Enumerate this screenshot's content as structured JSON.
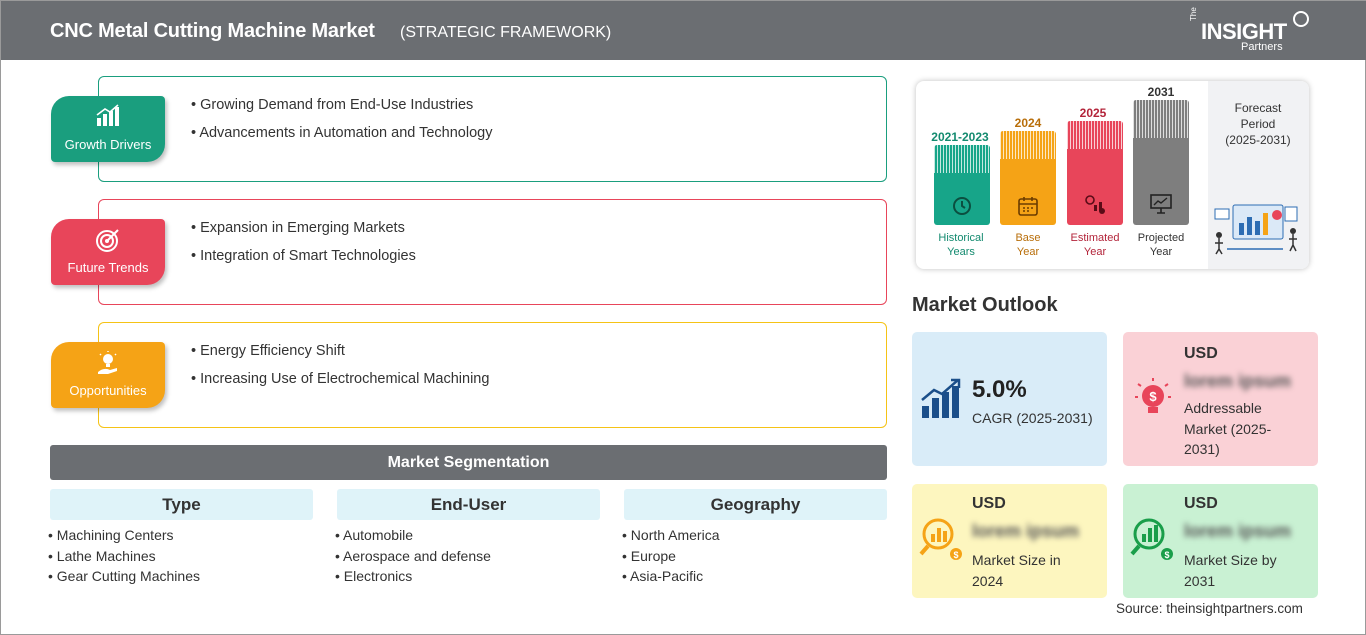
{
  "header": {
    "title": "CNC Metal Cutting Machine Market",
    "subtitle": "(STRATEGIC FRAMEWORK)",
    "logo": {
      "the": "The",
      "insight": "INSIGHT",
      "partners": "Partners"
    }
  },
  "framework": [
    {
      "label": "Growth Drivers",
      "color": "#1a9e7e",
      "items": [
        "Growing Demand from End-Use Industries",
        "Advancements in Automation and Technology"
      ]
    },
    {
      "label": "Future Trends",
      "color": "#e8455a",
      "items": [
        "Expansion in Emerging Markets",
        "Integration of Smart Technologies"
      ]
    },
    {
      "label": "Opportunities",
      "color": "#f5a316",
      "items": [
        "Energy Efficiency Shift",
        "Increasing Use of Electrochemical Machining"
      ]
    }
  ],
  "segmentation": {
    "title": "Market Segmentation",
    "columns": [
      {
        "header": "Type",
        "items": [
          "Machining Centers",
          "Lathe Machines",
          "Gear Cutting Machines"
        ]
      },
      {
        "header": "End-User",
        "items": [
          "Automobile",
          "Aerospace and defense",
          "Electronics"
        ]
      },
      {
        "header": "Geography",
        "items": [
          "North America",
          "Europe",
          "Asia-Pacific"
        ]
      }
    ]
  },
  "timeline": {
    "bars": [
      {
        "year": "2021-2023",
        "label1": "Historical",
        "label2": "Years",
        "color": "#17a589",
        "text_color": "#138a6f",
        "icon": "history-icon"
      },
      {
        "year": "2024",
        "label1": "Base",
        "label2": "Year",
        "color": "#f5a316",
        "text_color": "#b86e0a",
        "icon": "calendar-icon"
      },
      {
        "year": "2025",
        "label1": "Estimated",
        "label2": "Year",
        "color": "#e8455a",
        "text_color": "#b3243a",
        "icon": "gear-chart-icon"
      },
      {
        "year": "2031",
        "label1": "Projected",
        "label2": "Year",
        "color": "#7e7e7e",
        "text_color": "#333333",
        "icon": "presentation-icon"
      }
    ],
    "forecast": {
      "line1": "Forecast",
      "line2": "Period",
      "line3": "(2025-2031)"
    }
  },
  "outlook": {
    "title": "Market Outlook",
    "cagr": {
      "value": "5.0%",
      "label": "CAGR (2025-2031)",
      "color": "#d9ecf8"
    },
    "addressable": {
      "currency": "USD",
      "value": "lorem ipsum",
      "label1": "Addressable",
      "label2": "Market (2025-",
      "label3": "2031)",
      "color": "#fad1d6"
    },
    "size2024": {
      "currency": "USD",
      "value": "lorem ipsum",
      "label1": "Market Size in",
      "label2": "2024",
      "color": "#fdf6bf"
    },
    "size2031": {
      "currency": "USD",
      "value": "lorem ipsum",
      "label1": "Market Size by",
      "label2": "2031",
      "color": "#c9f1d3"
    }
  },
  "source": "Source: theinsightpartners.com"
}
